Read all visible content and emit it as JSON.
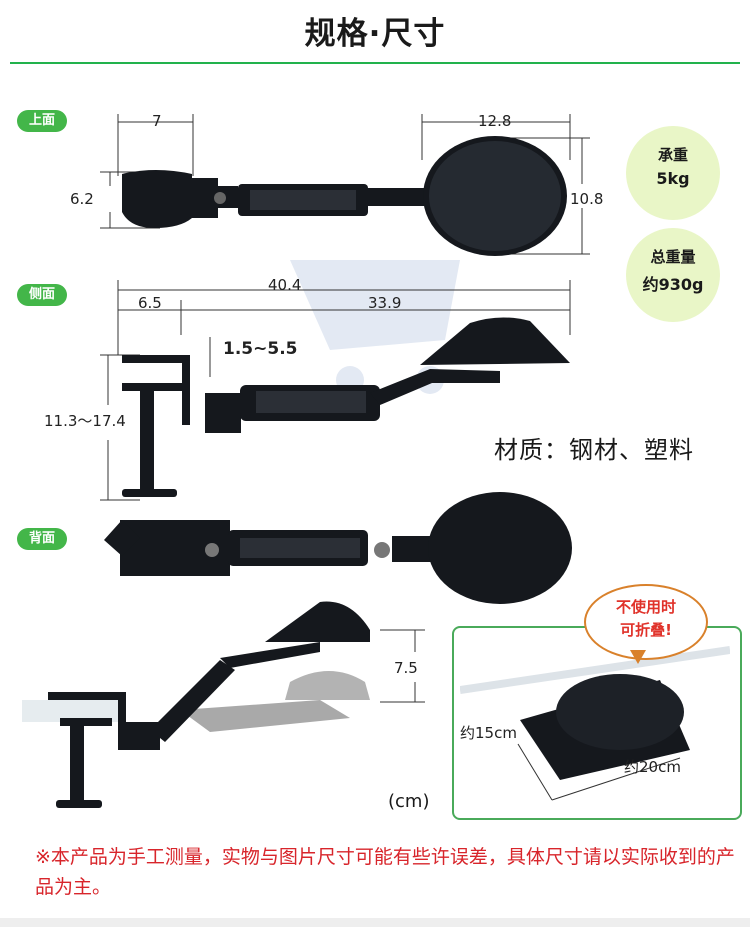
{
  "title": "规格·尺寸",
  "views": {
    "top": "上面",
    "side": "侧面",
    "back": "背面"
  },
  "dimensions": {
    "clamp_width": "7",
    "clamp_depth": "6.2",
    "pad_width": "12.8",
    "pad_depth": "10.8",
    "total_length": "40.4",
    "clamp_offset": "6.5",
    "arm_length": "33.9",
    "height_adjust": "1.5~5.5",
    "clamp_opening": "11.3～17.4",
    "pad_lift": "7.5",
    "folded_depth": "约15cm",
    "folded_width": "约20cm"
  },
  "load_capacity": {
    "label": "承重",
    "value": "5kg"
  },
  "total_weight": {
    "label": "总重量",
    "value": "约930g"
  },
  "material": "材质：钢材、塑料",
  "fold_note": {
    "line1": "不使用时",
    "line2": "可折叠!"
  },
  "unit": "(cm)",
  "disclaimer": "※本产品为手工测量，实物与图片尺寸可能有些许误差，具体尺寸请以实际收到的产品为主。",
  "colors": {
    "accent_green": "#43b649",
    "circle_fill": "#e9f6c7",
    "note_red": "#d8252b",
    "product_black": "#15181d"
  }
}
